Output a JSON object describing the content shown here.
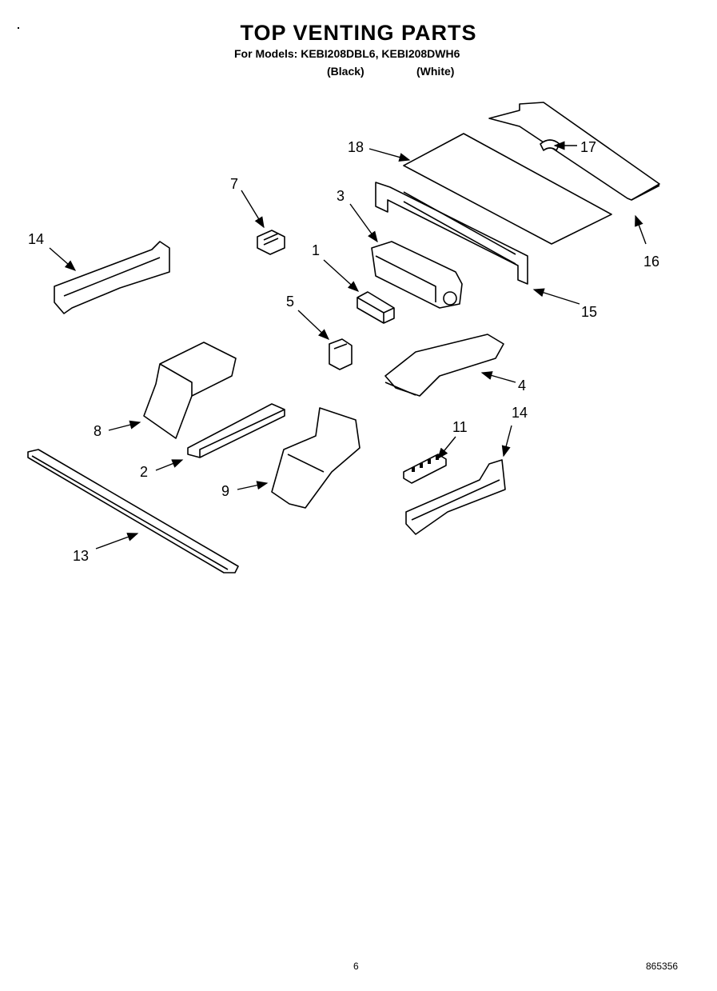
{
  "header": {
    "title": "TOP VENTING PARTS",
    "models_line": "For Models: KEBI208DBL6, KEBI208DWH6",
    "variant_black": "(Black)",
    "variant_white": "(White)"
  },
  "callouts": {
    "c1": "1",
    "c2": "2",
    "c3": "3",
    "c4": "4",
    "c5": "5",
    "c7": "7",
    "c8": "8",
    "c9": "9",
    "c11": "11",
    "c13": "13",
    "c14a": "14",
    "c14b": "14",
    "c15": "15",
    "c16": "16",
    "c17": "17",
    "c18": "18"
  },
  "footer": {
    "page_number": "6",
    "document_number": "865356"
  }
}
